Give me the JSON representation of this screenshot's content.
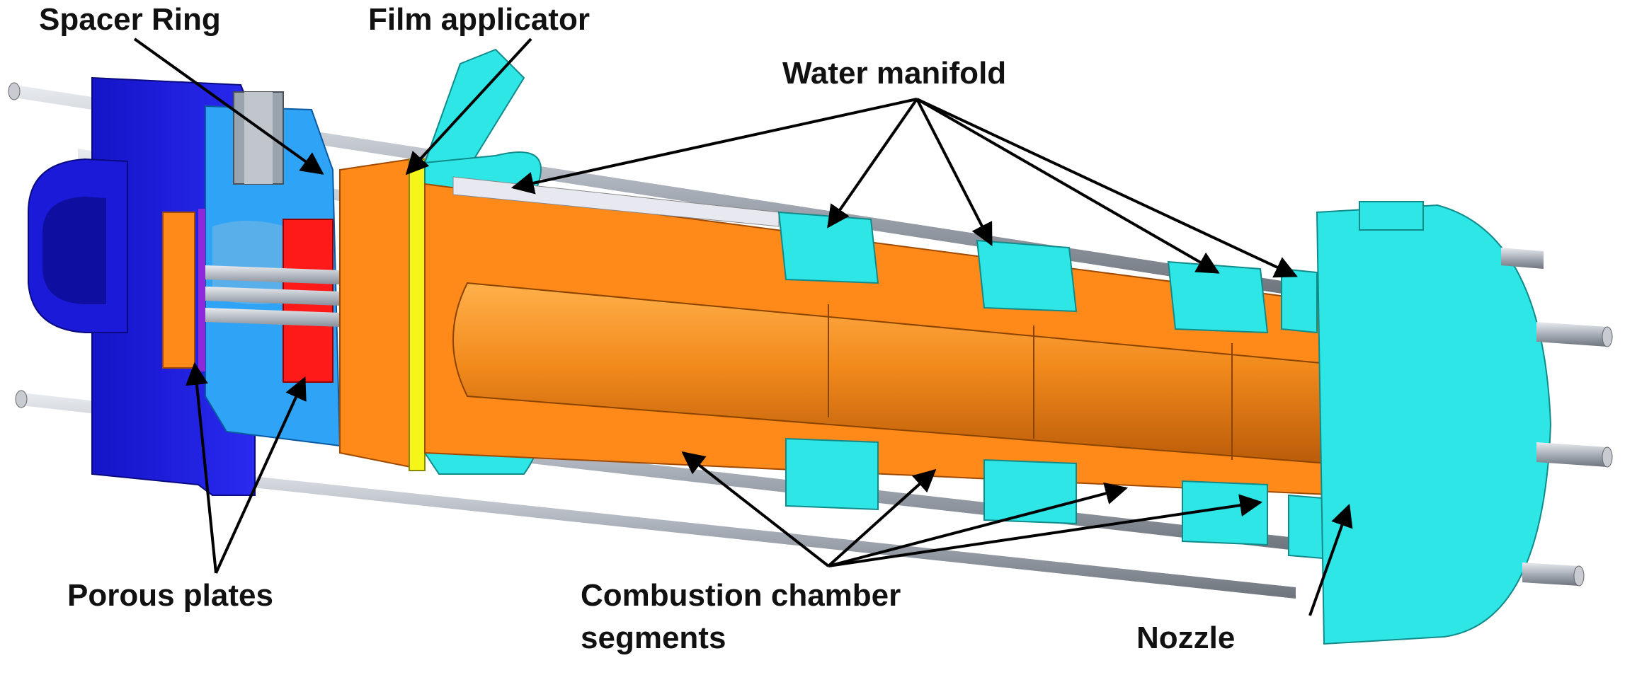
{
  "labels": {
    "spacer_ring": "Spacer Ring",
    "film_applicator": "Film applicator",
    "water_manifold": "Water manifold",
    "porous_plates": "Porous plates",
    "combustion_chamber_line1": "Combustion chamber",
    "combustion_chamber_line2": "segments",
    "nozzle": "Nozzle"
  },
  "colors": {
    "injector_blue": "#1a1ae6",
    "dome_blue": "#2fa3f5",
    "chamber_orange": "#ff8a1a",
    "manifold_cyan": "#2ee6e6",
    "porous_red": "#ff1a1a",
    "film_yellow": "#f5f51a",
    "rod_gray": "#a8aeb8",
    "arrow_black": "#000000"
  }
}
